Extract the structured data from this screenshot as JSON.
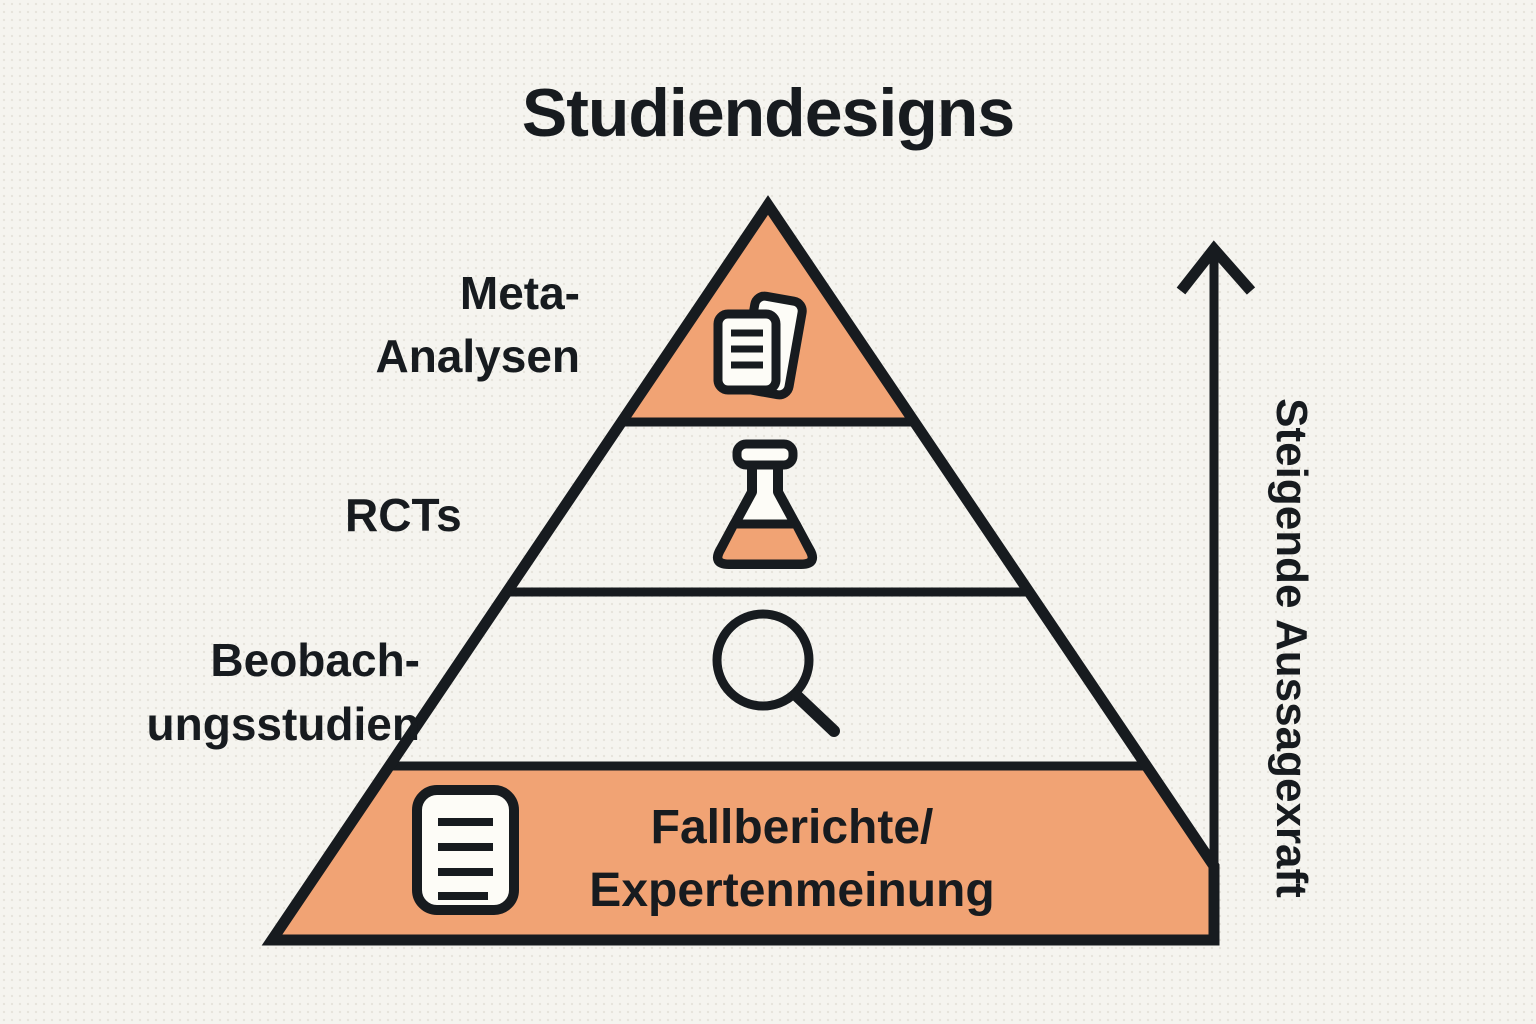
{
  "title": "Studiendesigns",
  "colors": {
    "orange": "#F1A374",
    "ink": "#171B1F",
    "background": "#F5F4EF",
    "page_white": "#FDFCF7"
  },
  "pyramid": {
    "levels": [
      {
        "label": "Meta-\nAnalysen",
        "icon": "documents-icon",
        "filled": true
      },
      {
        "label": "RCTs",
        "icon": "flask-icon",
        "filled": false
      },
      {
        "label": "Beobach-\nungsstudien",
        "icon": "magnifier-icon",
        "filled": false
      },
      {
        "label": "Fallberichte/\nExpertenmeinung",
        "icon": "document-icon",
        "filled": true
      }
    ]
  },
  "axis": {
    "label": "Steigende Aussagexraft",
    "direction": "up"
  }
}
